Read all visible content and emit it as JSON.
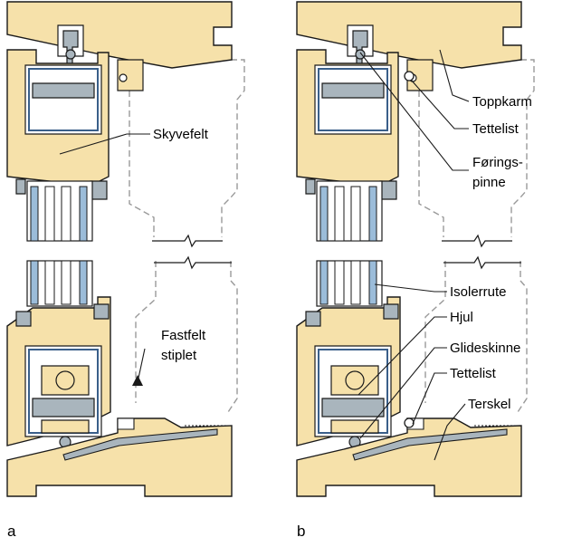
{
  "panels": [
    {
      "letter": "a",
      "callouts": [
        "Skyvefelt",
        "Fastfelt",
        "stiplet"
      ]
    },
    {
      "letter": "b",
      "callouts": [
        "Toppkarm",
        "Tettelist",
        "Førings-",
        "pinne",
        "Isolerrute",
        "Hjul",
        "Glideskinne",
        "Tettelist",
        "Terskel"
      ]
    }
  ],
  "colors": {
    "wood": "#f6e1aa",
    "metal": "#a9b5bd",
    "glass": "#9bbcd9",
    "seal": "#ffffff",
    "outline": "#1a1a1a",
    "dashed": "#9a9a9a"
  }
}
